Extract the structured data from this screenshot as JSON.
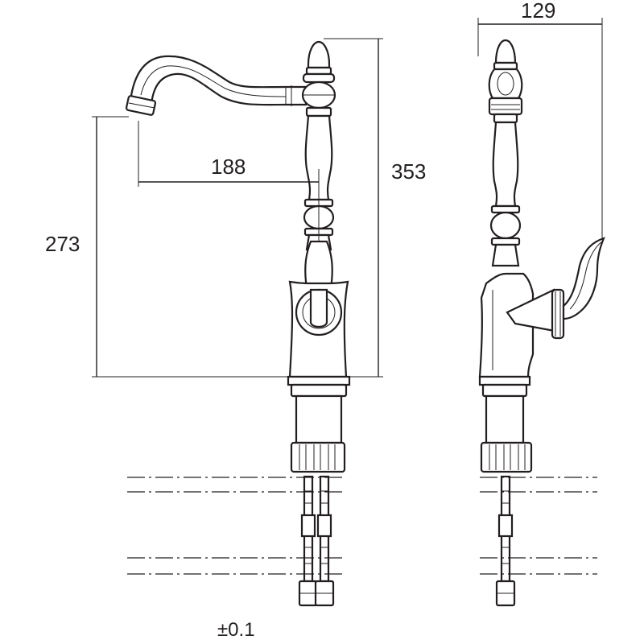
{
  "dimensions": {
    "overall_height": "353",
    "spout_height": "273",
    "spout_reach": "188",
    "side_depth": "129"
  },
  "tolerance": "±0.1",
  "colors": {
    "line": "#231f20",
    "background": "#ffffff"
  }
}
